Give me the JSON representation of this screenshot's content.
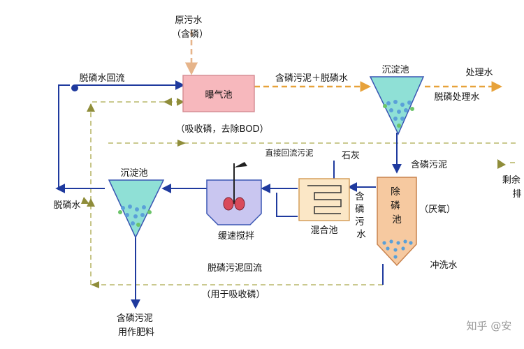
{
  "units": {
    "raw_water": "原污水\n（含磷）",
    "aeration_tank": "曝气池",
    "aeration_note": "（吸收磷，去除BOD）",
    "settling_tank_top": "沉淀池",
    "settling_tank_left": "沉淀池",
    "slow_mixing": "缓速搅拌",
    "mixing_tank": "混合池",
    "lime": "石灰",
    "p_removal_tank": "除磷池",
    "anaerobic": "（厌氧）",
    "flush_water": "冲洗水"
  },
  "flows": {
    "dephos_return": "脱磷水回流",
    "p_sludge_plus_water": "含磷污泥＋脱磷水",
    "treated_water": "处理水",
    "dephos_treated_water": "脱磷处理水",
    "p_sludge_down": "含磷污泥",
    "direct_return_sludge": "直接回流污泥",
    "p_wastewater": "含磷污水",
    "dephos_water": "脱磷水",
    "dephos_sludge_return": "脱磷污泥回流",
    "for_p_absorption": "（用于吸收磷）",
    "p_sludge_fertilizer": "含磷污泥\n用作肥料",
    "excess_discharge": "剩余\n排"
  },
  "watermark": "知乎 @安",
  "colors": {
    "blue_line": "#1f3a9e",
    "orange_flow": "#e7a23a",
    "olive_dash": "#b9b76a",
    "aeration_fill": "#f7b8bd",
    "settler_fill": "#8fe0d6",
    "p_tank_fill": "#f6c9a0",
    "mixing_fill": "#fbe7c6",
    "stirrer_fill": "#c9c6f0"
  }
}
